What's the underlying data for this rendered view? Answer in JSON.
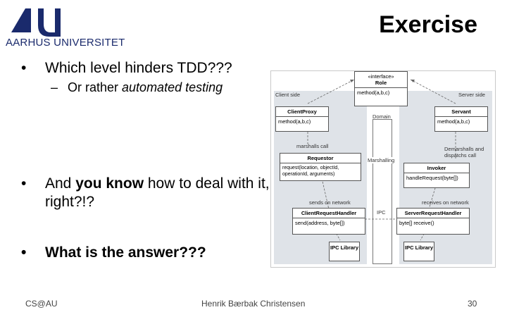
{
  "header": {
    "university": "AARHUS UNIVERSITET",
    "title": "Exercise"
  },
  "bullets": {
    "b1": "Which level hinders TDD???",
    "b1_sub_prefix": "Or rather ",
    "b1_sub_italic": "automated testing",
    "b2_part1": "And ",
    "b2_bold": "you know",
    "b2_part2": " how to deal with it, right?!?",
    "b3": "What is the answer???"
  },
  "diagram": {
    "client_side": "Client side",
    "server_side": "Server side",
    "role_stereotype": "«interface»",
    "role_name": "Role",
    "role_method": "method(a,b,c)",
    "domain": "Domain",
    "client_proxy": "ClientProxy",
    "client_proxy_method": "method(a,b,c)",
    "servant": "Servant",
    "servant_method": "method(a,b,c)",
    "marshalls_call": "marshalls call",
    "requestor": "Requestor",
    "requestor_method": "request(location, objectId, operationId, arguments)",
    "marshalling": "Marshalling",
    "demarshalls": "Demarshalls and dispatchs call",
    "invoker": "Invoker",
    "invoker_method": "handleRequest(byte[])",
    "sends_on_network": "sends on network",
    "receives_on_network": "receives on network",
    "crh": "ClientRequestHandler",
    "crh_method": "send(address, byte[])",
    "ipc": "IPC",
    "srh": "ServerRequestHandler",
    "srh_method": "byte[] receive()",
    "ipc_library": "IPC Library"
  },
  "footer": {
    "left": "CS@AU",
    "middle": "Henrik Bærbak Christensen",
    "page": "30"
  },
  "colors": {
    "logo": "#1a2a6c",
    "panel": "#dfe3e8"
  }
}
